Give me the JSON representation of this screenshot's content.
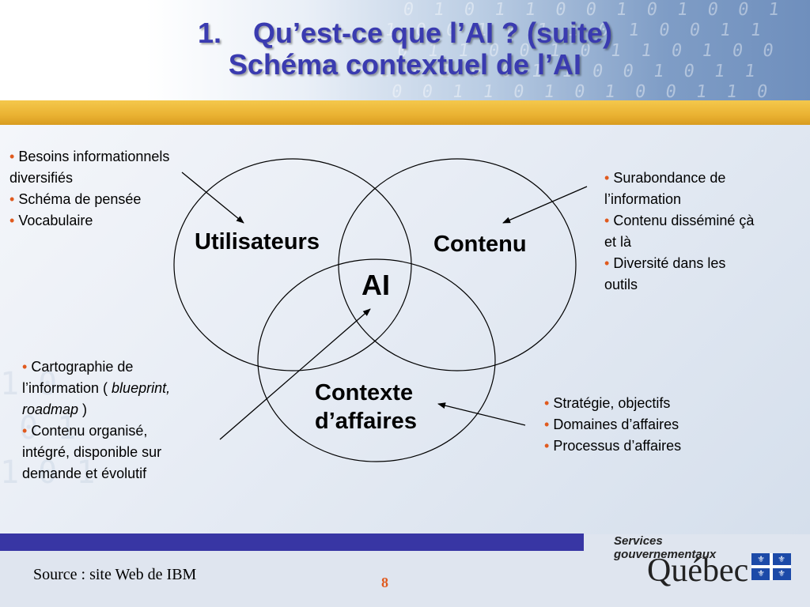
{
  "title": {
    "number": "1.",
    "line1": "Qu’est-ce que l’AI ? (suite)",
    "line2": "Schéma contextuel de l’AI"
  },
  "diagram": {
    "circles": [
      "Utilisateurs",
      "Contenu"
    ],
    "center": "AI",
    "bottom_line1": "Contexte",
    "bottom_line2": "d’affaires"
  },
  "notes": {
    "users": {
      "items": [
        [
          "Besoins informationnels",
          "diversifiés"
        ],
        [
          "Schéma de pensée"
        ],
        [
          "Vocabulaire"
        ]
      ]
    },
    "content": {
      "items": [
        [
          "Surabondance de",
          "l’information"
        ],
        [
          "Contenu disséminé çà",
          "et là"
        ],
        [
          "Diversité dans les",
          "outils"
        ]
      ]
    },
    "ai": {
      "item1_line1": "Cartographie de",
      "item1_line2_start": "l’information ( ",
      "item1_line2_italic": "blueprint,",
      "item1_line3_italic": "roadmap",
      "item1_line3_end": " )",
      "item2": [
        "Contenu organisé,",
        "intégré,  disponible sur",
        "demande et évolutif"
      ]
    },
    "business": {
      "items": [
        "Stratégie, objectifs",
        "Domaines d’affaires",
        "Processus d’affaires"
      ]
    }
  },
  "bullet": "•",
  "footer": {
    "source": "Source : site Web de IBM",
    "page": "8"
  },
  "logo": {
    "line1": "Services",
    "line2": "gouvernementaux",
    "name": "Québec",
    "flag_symbol": "⚜"
  },
  "colors": {
    "title": "#3a3bb0",
    "bullet": "#e05a1e",
    "gold_band": "#eab232",
    "blue_band": "#3836a4"
  }
}
